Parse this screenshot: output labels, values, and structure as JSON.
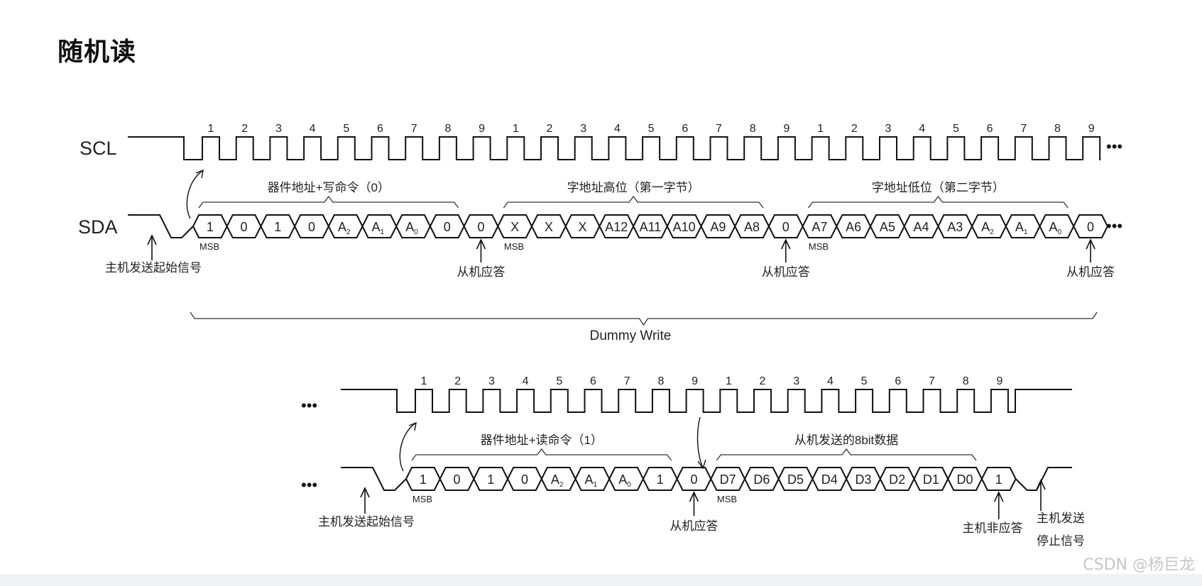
{
  "title": "随机读",
  "watermark": "CSDN @杨巨龙",
  "labels": {
    "scl": "SCL",
    "sda": "SDA",
    "msb": "MSB",
    "ellipsis": "•••",
    "dummy_write": "Dummy Write",
    "start_signal": "主机发送起始信号",
    "slave_ack": "从机应答",
    "master_nack": "主机非应答",
    "stop_line1": "主机发送",
    "stop_line2": "停止信号"
  },
  "clock_numbers": [
    "1",
    "2",
    "3",
    "4",
    "5",
    "6",
    "7",
    "8",
    "9"
  ],
  "sequence1": {
    "groups": [
      {
        "label": "器件地址+写命令（0）",
        "bits": [
          "1",
          "0",
          "1",
          "0",
          "A2",
          "A1",
          "A0",
          "0"
        ],
        "ack": "0"
      },
      {
        "label": "字地址高位（第一字节）",
        "bits": [
          "X",
          "X",
          "X",
          "A12",
          "A11",
          "A10",
          "A9",
          "A8"
        ],
        "ack": "0"
      },
      {
        "label": "字地址低位（第二字节）",
        "bits": [
          "A7",
          "A6",
          "A5",
          "A4",
          "A3",
          "A2",
          "A1",
          "A0"
        ],
        "ack": "0"
      }
    ]
  },
  "sequence2": {
    "groups": [
      {
        "label": "器件地址+读命令（1）",
        "bits": [
          "1",
          "0",
          "1",
          "0",
          "A2",
          "A1",
          "A0",
          "1"
        ],
        "ack": "0"
      },
      {
        "label": "从机发送的8bit数据",
        "bits": [
          "D7",
          "D6",
          "D5",
          "D4",
          "D3",
          "D2",
          "D1",
          "D0"
        ],
        "ack": "1"
      }
    ]
  }
}
